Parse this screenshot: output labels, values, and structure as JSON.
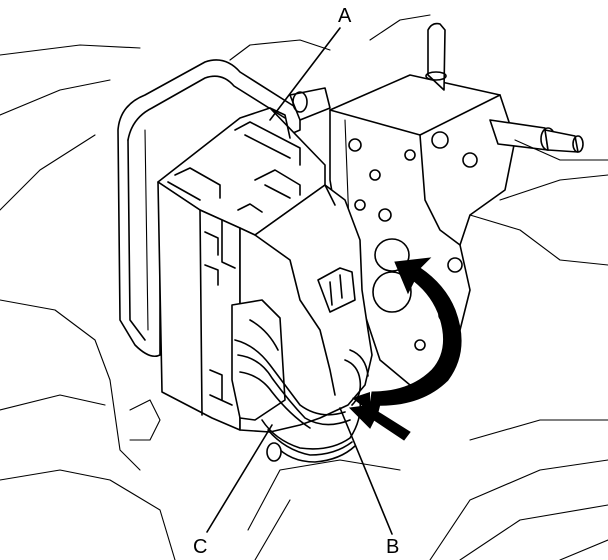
{
  "callouts": {
    "a": {
      "label": "A"
    },
    "b": {
      "label": "B"
    },
    "c": {
      "label": "C"
    }
  }
}
